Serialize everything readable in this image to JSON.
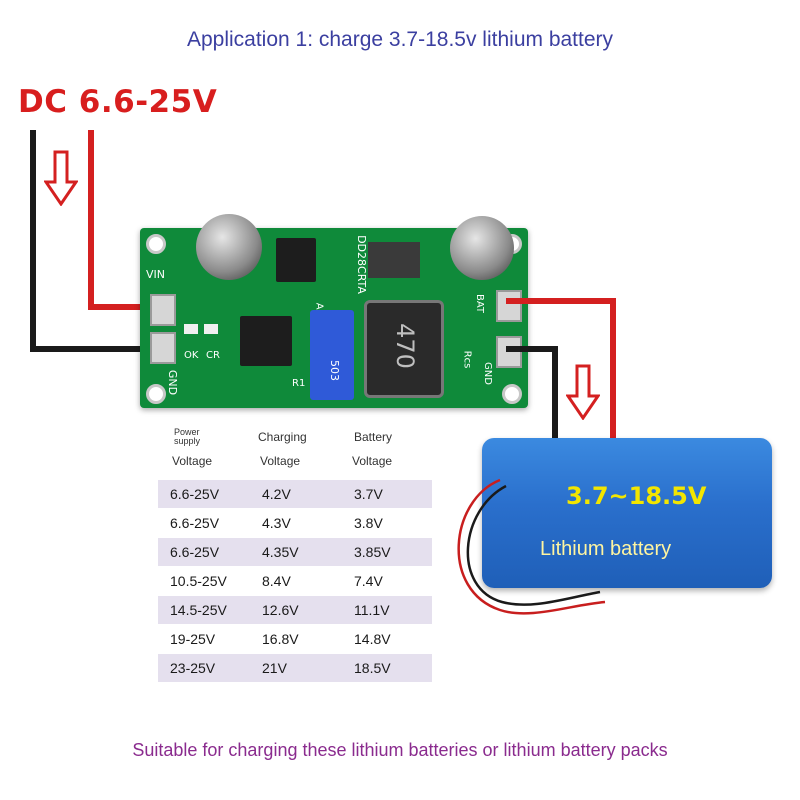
{
  "headline": "Application 1: charge 3.7-18.5v lithium battery",
  "input_label": "DC 6.6-25V",
  "board": {
    "vin": "VIN",
    "gnd_left": "GND",
    "ok": "OK",
    "cr": "CR",
    "adj": "ADJ",
    "r1": "R1",
    "model": "DD28CRTA",
    "bat": "BAT",
    "rcs": "Rcs",
    "gnd_right": "GND",
    "inductor": "470",
    "pot": "503"
  },
  "table": {
    "headers": {
      "col1_small": "Power supply",
      "col1": "Voltage",
      "col2_top": "Charging",
      "col2": "Voltage",
      "col3_top": "Battery",
      "col3": "Voltage"
    },
    "rows": [
      {
        "supply": "6.6-25V",
        "charge": "4.2V",
        "battery": "3.7V"
      },
      {
        "supply": "6.6-25V",
        "charge": "4.3V",
        "battery": "3.8V"
      },
      {
        "supply": "6.6-25V",
        "charge": "4.35V",
        "battery": "3.85V"
      },
      {
        "supply": "10.5-25V",
        "charge": "8.4V",
        "battery": "7.4V"
      },
      {
        "supply": "14.5-25V",
        "charge": "12.6V",
        "battery": "11.1V"
      },
      {
        "supply": "19-25V",
        "charge": "16.8V",
        "battery": "14.8V"
      },
      {
        "supply": "23-25V",
        "charge": "21V",
        "battery": "18.5V"
      }
    ]
  },
  "battery": {
    "voltage": "3.7~18.5V",
    "label": "Lithium battery"
  },
  "footer": "Suitable for charging these lithium batteries or lithium battery packs",
  "colors": {
    "headline": "#3b3fa0",
    "input_label": "#d81e1e",
    "footer": "#8a2b8e",
    "pcb": "#0f8a3a",
    "battery": "#2a6fcc"
  }
}
